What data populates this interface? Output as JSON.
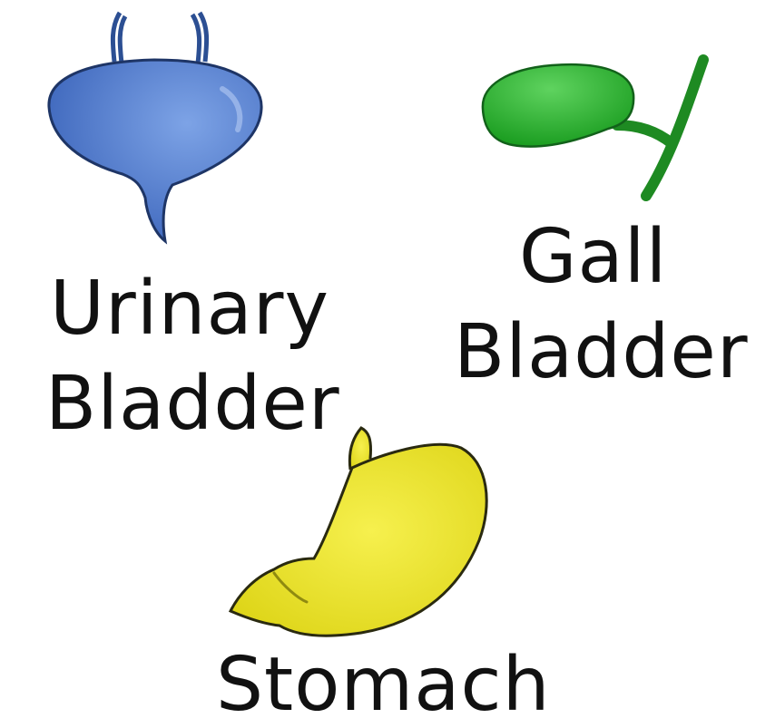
{
  "organs": {
    "urinary_bladder": {
      "label_line1": "Urinary",
      "label_line2": "Bladder",
      "color": "#4a76c9",
      "icon": "urinary-bladder-icon"
    },
    "gall_bladder": {
      "label_line1": "Gall",
      "label_line2": "Bladder",
      "color": "#22a82a",
      "icon": "gall-bladder-icon"
    },
    "stomach": {
      "label": "Stomach",
      "color": "#ede52c",
      "icon": "stomach-icon"
    }
  }
}
